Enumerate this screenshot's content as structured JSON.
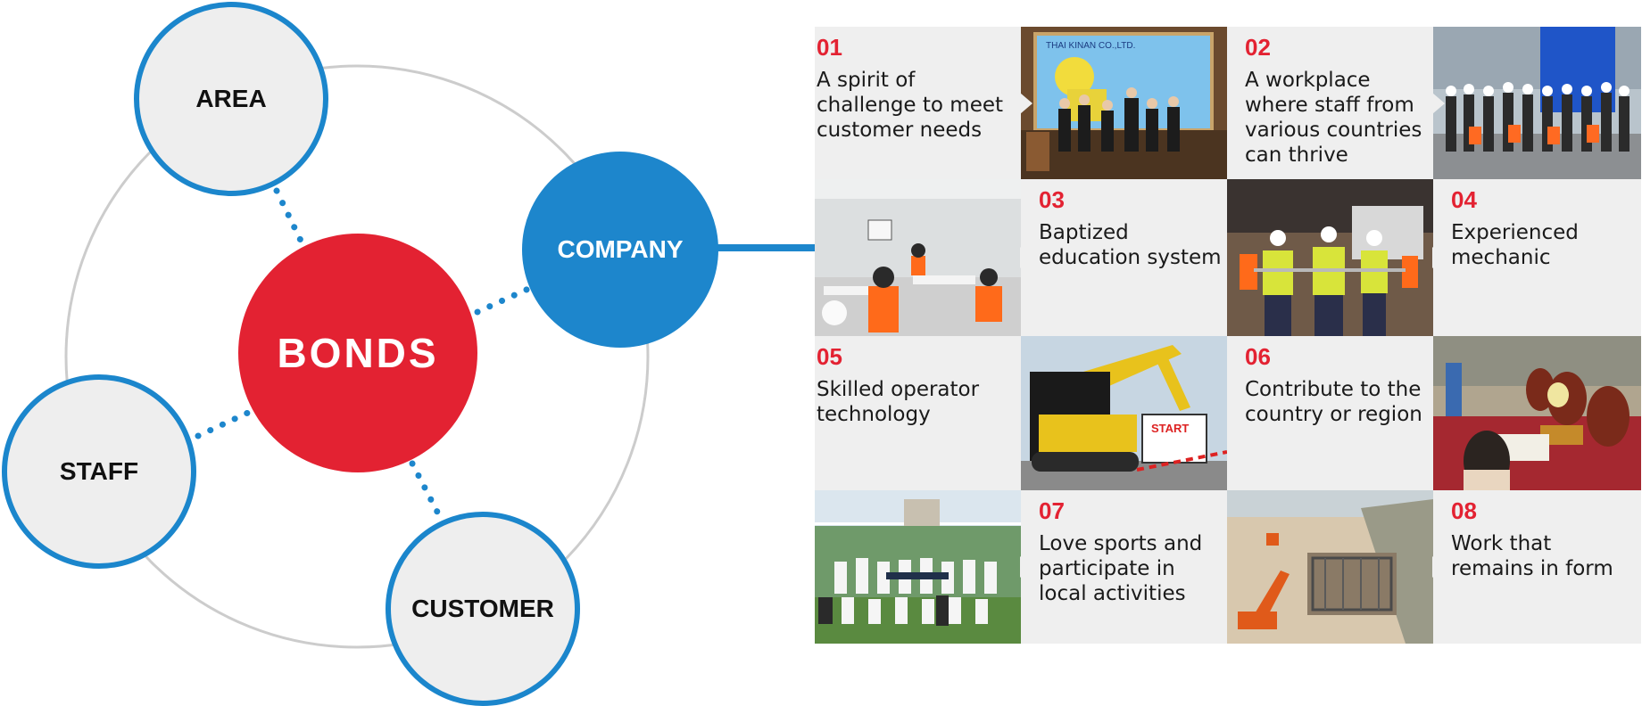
{
  "diagram": {
    "center": "BONDS",
    "company": "COMPANY",
    "area": "AREA",
    "staff": "STAFF",
    "customer": "CUSTOMER"
  },
  "features": [
    {
      "num": "01",
      "title": "A spirit of challenge to meet customer needs"
    },
    {
      "num": "02",
      "title": "A workplace where staff from various countries can thrive"
    },
    {
      "num": "03",
      "title": "Baptized education system"
    },
    {
      "num": "04",
      "title": "Experienced mechanic"
    },
    {
      "num": "05",
      "title": "Skilled operator technology"
    },
    {
      "num": "06",
      "title": "Contribute to the country or region"
    },
    {
      "num": "07",
      "title": "Love sports and participate in local activities"
    },
    {
      "num": "08",
      "title": "Work that remains in form"
    }
  ],
  "photo_text": {
    "signboard": "THAI KINAN CO.,LTD.",
    "start_sign": "START"
  },
  "colors": {
    "red": "#e32232",
    "blue": "#1d86cc",
    "gray_fill": "#eeeeee",
    "ring": "#cccccc"
  }
}
